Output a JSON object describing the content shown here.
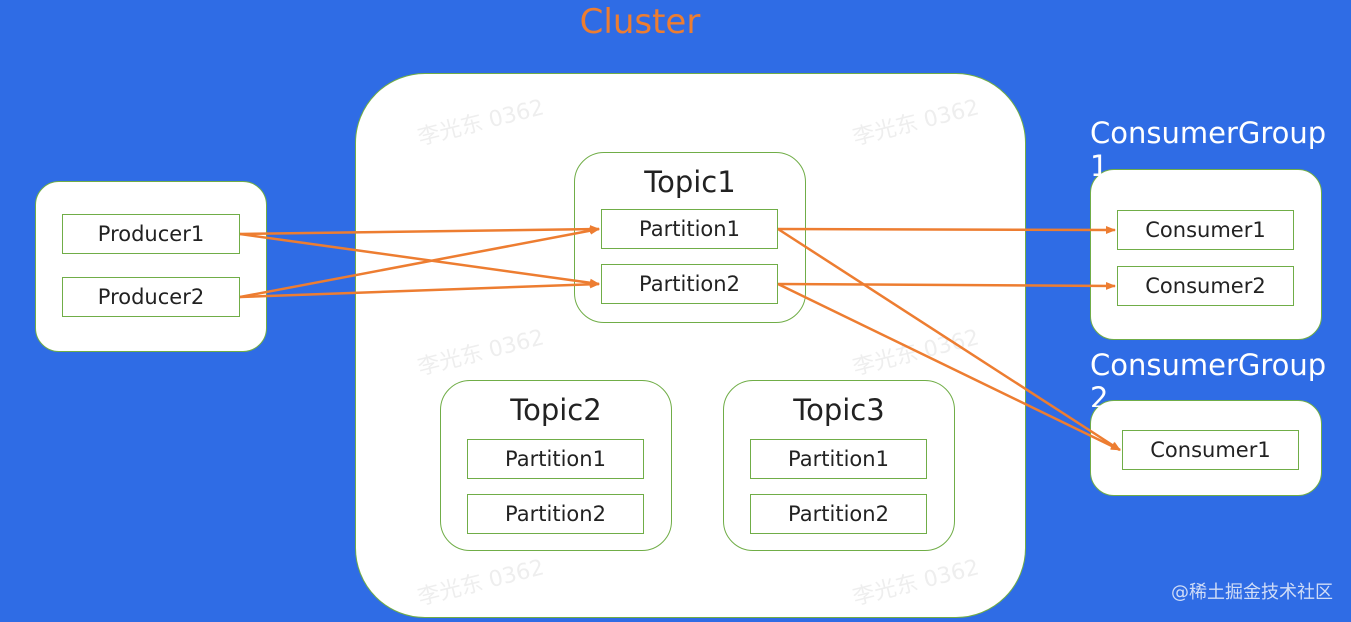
{
  "title": "Cluster",
  "producers": [
    "Producer1",
    "Producer2"
  ],
  "topics": [
    {
      "name": "Topic1",
      "partitions": [
        "Partition1",
        "Partition2"
      ]
    },
    {
      "name": "Topic2",
      "partitions": [
        "Partition1",
        "Partition2"
      ]
    },
    {
      "name": "Topic3",
      "partitions": [
        "Partition1",
        "Partition2"
      ]
    }
  ],
  "consumer_groups": [
    {
      "name": "ConsumerGroup 1",
      "consumers": [
        "Consumer1",
        "Consumer2"
      ]
    },
    {
      "name": "ConsumerGroup 2",
      "consumers": [
        "Consumer1"
      ]
    }
  ],
  "watermark": "李光东 0362",
  "corner_mark": "@稀土掘金技术社区",
  "colors": {
    "background": "#2f6ce5",
    "title": "#ed7d31",
    "arrow": "#ed7d31",
    "border": "#70ad47"
  }
}
